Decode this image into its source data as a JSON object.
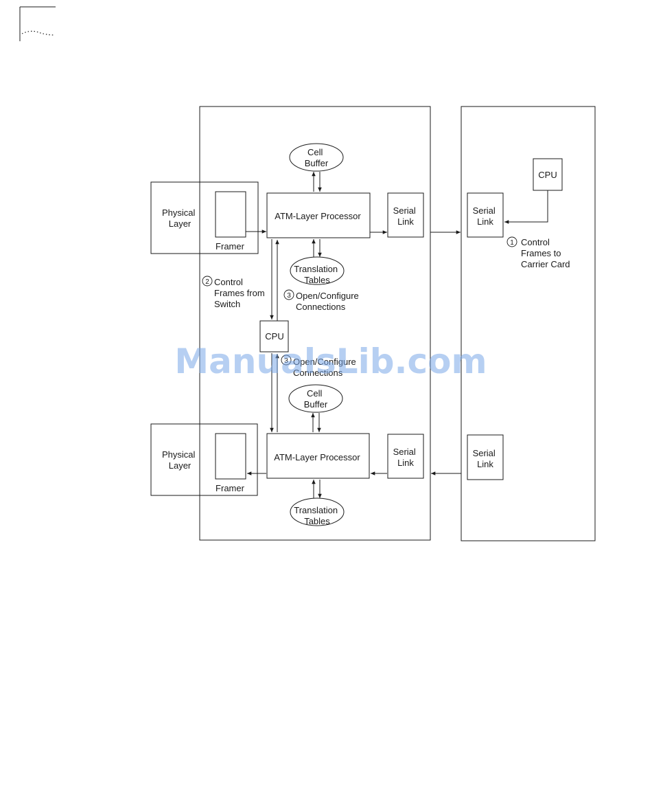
{
  "labels": {
    "left_physical_layer_top": [
      "Physical",
      "Layer"
    ],
    "left_framer_top": "Framer",
    "atm_processor_top": "ATM-Layer Processor",
    "cell_buffer_top": [
      "Cell",
      "Buffer"
    ],
    "translation_tables_top": [
      "Translation",
      "Tables"
    ],
    "serial_link_left_top": [
      "Serial",
      "Link"
    ],
    "serial_link_right_top": [
      "Serial",
      "Link"
    ],
    "right_cpu": "CPU",
    "step1_number": "1",
    "step1_text": [
      "Control",
      "Frames to",
      "Carrier Card"
    ],
    "step2_number": "2",
    "step2_text": [
      "Control",
      "Frames from",
      "Switch"
    ],
    "step3a_number": "3",
    "step3a_text": [
      "Open/Configure",
      "Connections"
    ],
    "center_cpu": "CPU",
    "step3b_number": "3",
    "step3b_text": [
      "Open/Configure",
      "Connections"
    ],
    "cell_buffer_bottom": [
      "Cell",
      "Buffer"
    ],
    "left_physical_layer_bottom": [
      "Physical",
      "Layer"
    ],
    "left_framer_bottom": "Framer",
    "atm_processor_bottom": "ATM-Layer Processor",
    "serial_link_left_bottom": [
      "Serial",
      "Link"
    ],
    "serial_link_right_bottom": [
      "Serial",
      "Link"
    ],
    "translation_tables_bottom": [
      "Translation",
      "Tables"
    ]
  },
  "watermark": "ManualsLib.com",
  "colors": {
    "line": "#1a1a1a",
    "watermark": "#7aa8e8"
  }
}
